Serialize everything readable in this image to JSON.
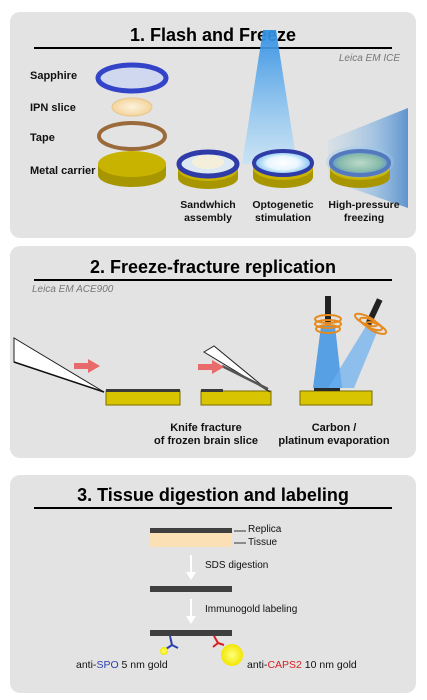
{
  "panel1": {
    "title": "1. Flash and Freeze",
    "instrument": "Leica EM ICE",
    "layers": [
      "Sapphire",
      "IPN slice",
      "Tape",
      "Metal carrier"
    ],
    "captions": {
      "sandwich": [
        "Sandwhich",
        "assembly"
      ],
      "opto": [
        "Optogenetic",
        "stimulation"
      ],
      "hpf": [
        "High-pressure",
        "freezing"
      ]
    }
  },
  "panel2": {
    "title": "2. Freeze-fracture replication",
    "instrument": "Leica EM ACE900",
    "captions": {
      "knife": [
        "Knife fracture",
        "of frozen brain slice"
      ],
      "evap": [
        "Carbon /",
        "platinum evaporation"
      ]
    }
  },
  "panel3": {
    "title": "3. Tissue digestion and labeling",
    "replica": "Replica",
    "tissue": "Tissue",
    "step1": "SDS digestion",
    "step2": "Immunogold labeling",
    "label1": {
      "prefix": "anti-",
      "target": "SPO",
      "suffix": " 5 nm gold"
    },
    "label2": {
      "prefix": "anti-",
      "target": "CAPS2",
      "suffix": " 10 nm gold"
    }
  },
  "colors": {
    "panel": "#e3e3e3",
    "sapphire": "#3344c8",
    "tape": "#9a6a3a",
    "carrier": "#c8b400",
    "light": "#6fb4ec",
    "arrow": "#e86a6a",
    "spo": "#2a3fb0",
    "caps2": "#d62020",
    "gold": "#f2ea00"
  }
}
